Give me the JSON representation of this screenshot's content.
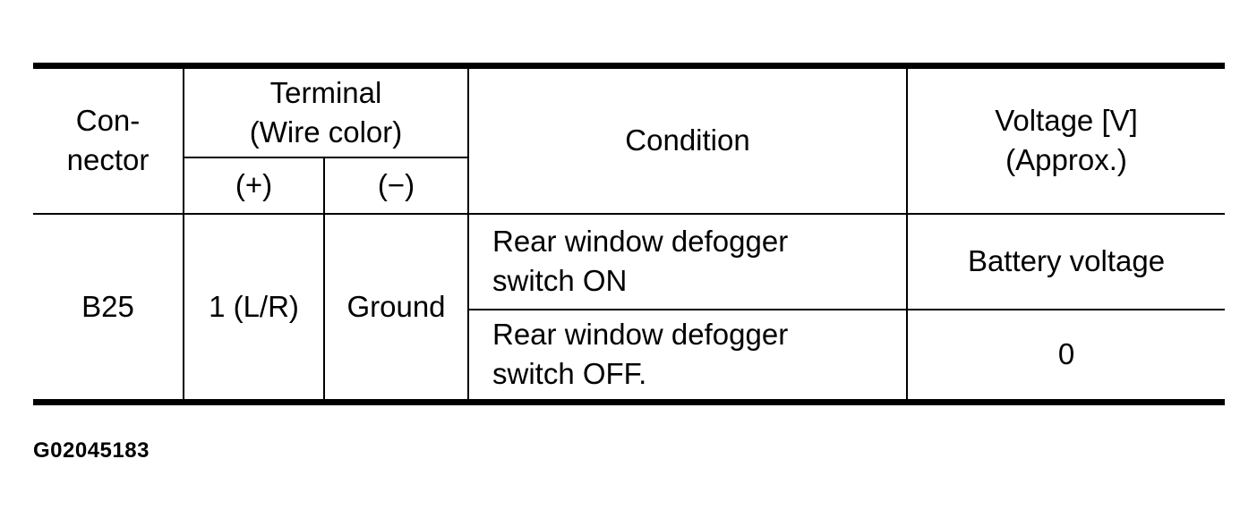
{
  "table": {
    "header": {
      "connector": "Con-\nnector",
      "terminal": "Terminal\n(Wire color)",
      "plus": "(+)",
      "minus": "(−)",
      "condition": "Condition",
      "voltage": "Voltage [V]\n(Approx.)"
    },
    "row": {
      "connector": "B25",
      "terminal_plus": "1 (L/R)",
      "terminal_minus": "Ground",
      "cases": [
        {
          "condition": "Rear window defogger\nswitch ON",
          "voltage": "Battery voltage"
        },
        {
          "condition": "Rear window defogger\nswitch OFF.",
          "voltage": "0"
        }
      ]
    }
  },
  "figure_id": "G02045183",
  "colors": {
    "line": "#000000",
    "text": "#000000",
    "background": "#ffffff"
  }
}
